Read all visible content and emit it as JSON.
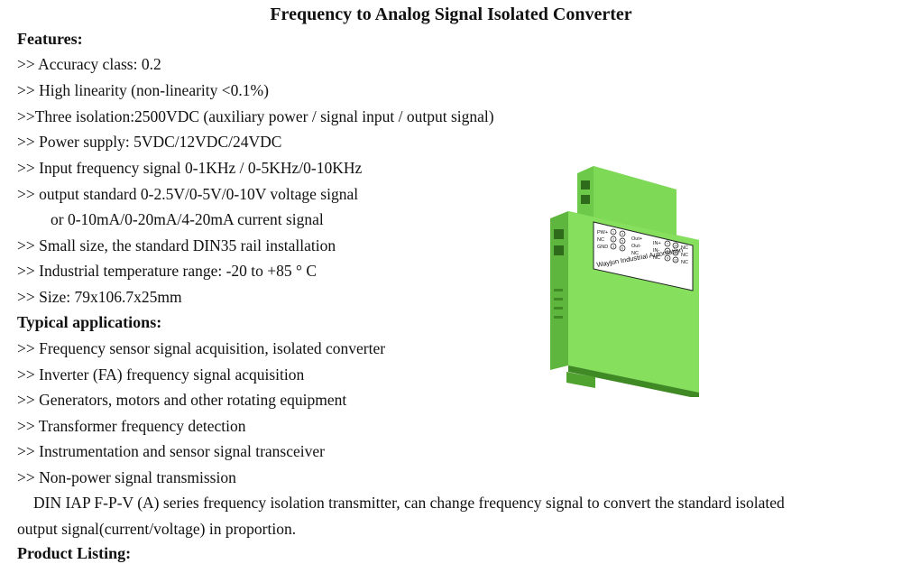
{
  "title": "Frequency to Analog Signal Isolated Converter",
  "features_heading": "Features:",
  "features": [
    ">> Accuracy class: 0.2",
    ">> High linearity (non-linearity <0.1%)",
    ">>Three isolation:2500VDC (auxiliary power / signal input / output signal)",
    ">> Power supply: 5VDC/12VDC/24VDC",
    ">> Input frequency signal 0-1KHz / 0-5KHz/0-10KHz",
    ">> output standard 0-2.5V/0-5V/0-10V voltage signal",
    "or 0-10mA/0-20mA/4-20mA current signal",
    ">> Small size, the standard DIN35 rail installation",
    ">> Industrial temperature range: -20 to +85 ° C",
    ">> Size: 79x106.7x25mm"
  ],
  "applications_heading": "Typical applications:",
  "applications": [
    ">> Frequency sensor signal acquisition, isolated converter",
    ">> Inverter (FA) frequency signal acquisition",
    ">> Generators, motors and other rotating equipment",
    ">> Transformer frequency detection",
    ">> Instrumentation and sensor signal transceiver",
    ">> Non-power signal transmission"
  ],
  "description": [
    "DIN IAP F-P-V (A) series frequency isolation transmitter, can change frequency signal to convert the standard isolated",
    "output signal(current/voltage) in proportion."
  ],
  "listing_heading": "Product Listing:",
  "product_label": {
    "brand": "Wayjun Industrial Automation",
    "col1": [
      "PW+",
      "NC",
      "GND"
    ],
    "col2": [
      "Out+",
      "Out-",
      "NC"
    ],
    "col3": [
      "IN+",
      "IN-",
      "NC"
    ],
    "col4": [
      "NC",
      "NC",
      "NC"
    ],
    "pins_a": [
      "1",
      "2",
      "3"
    ],
    "pins_b": [
      "4",
      "5",
      "6"
    ],
    "pins_c": [
      "7",
      "8",
      "9"
    ],
    "pins_d": [
      "10",
      "11",
      "12"
    ]
  },
  "colors": {
    "device_green": "#7ed957",
    "device_dark": "#4fa32e",
    "text": "#111111"
  }
}
